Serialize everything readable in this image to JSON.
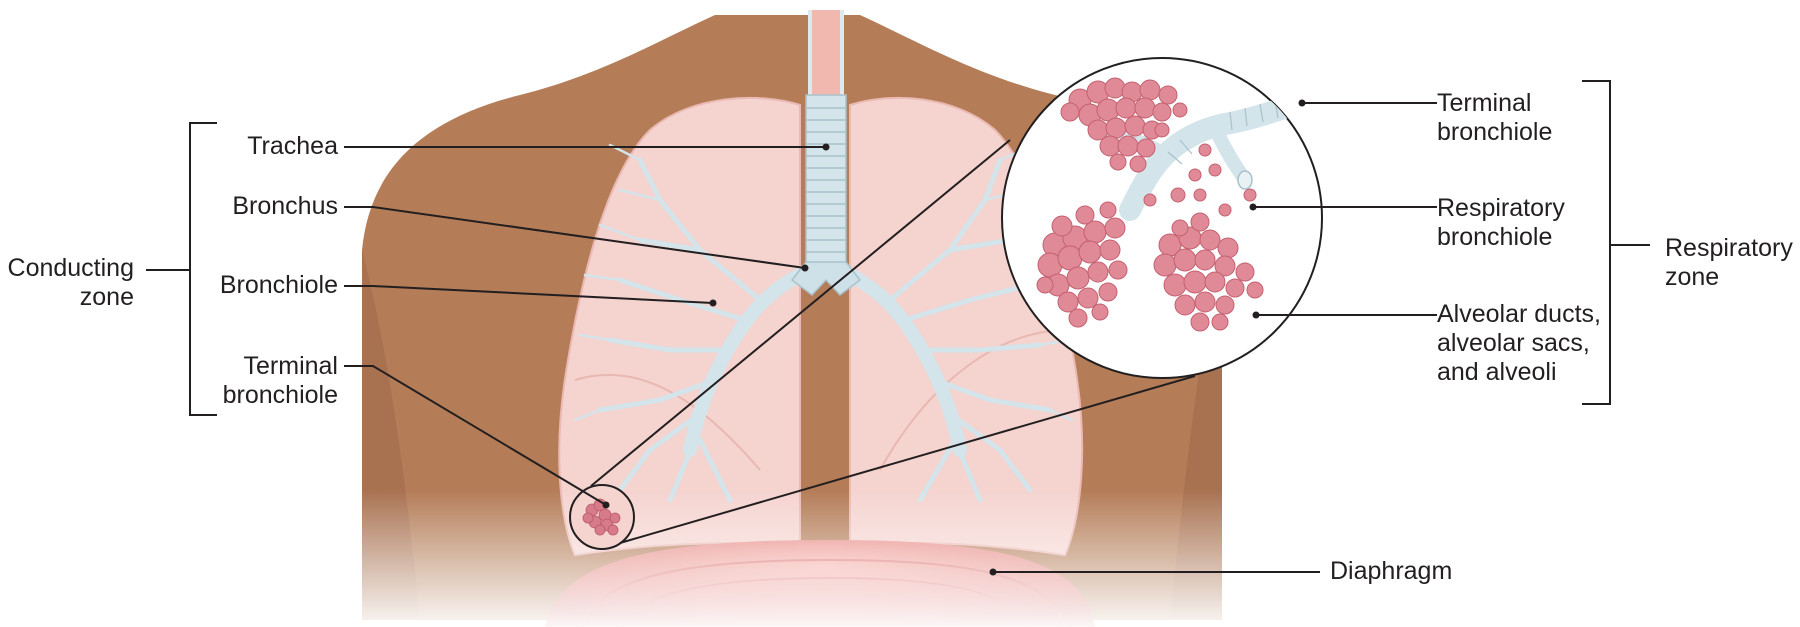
{
  "labels": {
    "conducting_zone": [
      "Conducting",
      "zone"
    ],
    "trachea": [
      "Trachea"
    ],
    "bronchus": [
      "Bronchus"
    ],
    "bronchiole": [
      "Bronchiole"
    ],
    "terminal_bronchiole_left": [
      "Terminal",
      "bronchiole"
    ],
    "terminal_bronchiole_right": [
      "Terminal",
      "bronchiole"
    ],
    "respiratory_bronchiole": [
      "Respiratory",
      "bronchiole"
    ],
    "alveolar": [
      "Alveolar ducts,",
      "alveolar sacs,",
      "and alveoli"
    ],
    "respiratory_zone": [
      "Respiratory",
      "zone"
    ],
    "diaphragm": [
      "Diaphragm"
    ]
  },
  "colors": {
    "skin": "#b47c57",
    "skin_dark": "#9c6848",
    "lung": "#f5d3cf",
    "lung_edge": "#eab9b3",
    "airway": "#d3e4ea",
    "airway_edge": "#a9c2cb",
    "alveoli": "#e08a98",
    "alveoli_dark": "#c4606f",
    "diaphragm": "#e37f7b",
    "ink": "#231f20"
  },
  "icons": [
    "trachea-illustration",
    "lung-illustration",
    "alveoli-illustration",
    "diaphragm-illustration",
    "zone-bracket"
  ]
}
